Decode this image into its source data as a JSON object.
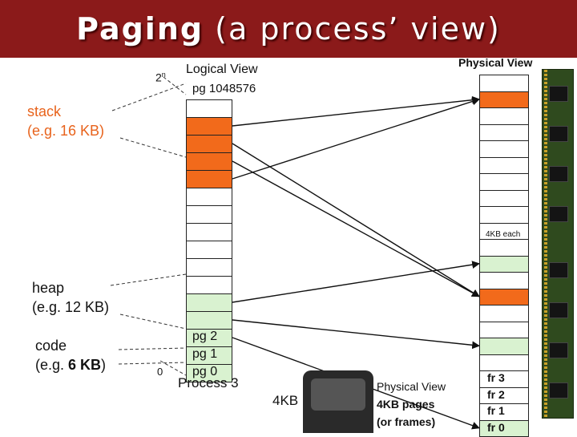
{
  "title": {
    "word1": "Paging",
    "rest": " (a process’ view)"
  },
  "logical": {
    "header": "Logical View",
    "top_page": "pg 1048576",
    "exp_base": "2",
    "exp_power": "n",
    "zero": "0",
    "process": "Process 3",
    "pages": [
      {
        "fill": "#ffffff",
        "label": ""
      },
      {
        "fill": "#f26a1b",
        "label": ""
      },
      {
        "fill": "#f26a1b",
        "label": ""
      },
      {
        "fill": "#f26a1b",
        "label": ""
      },
      {
        "fill": "#f26a1b",
        "label": ""
      },
      {
        "fill": "#ffffff",
        "label": ""
      },
      {
        "fill": "#ffffff",
        "label": ""
      },
      {
        "fill": "#ffffff",
        "label": ""
      },
      {
        "fill": "#ffffff",
        "label": ""
      },
      {
        "fill": "#ffffff",
        "label": ""
      },
      {
        "fill": "#ffffff",
        "label": ""
      },
      {
        "fill": "#d9f2d0",
        "label": ""
      },
      {
        "fill": "#d9f2d0",
        "label": ""
      },
      {
        "fill": "#d9f2d0",
        "label": "pg 2"
      },
      {
        "fill": "#d9f2d0",
        "label": "pg 1"
      },
      {
        "fill": "#d9f2d0",
        "label": "pg 0"
      }
    ]
  },
  "physical": {
    "header": "Physical View",
    "note": "4KB each",
    "bottom_line1": "Physical View",
    "bottom_line2": "4KB pages",
    "bottom_line3": "(or frames)",
    "frame_labels": [
      "fr 3",
      "fr 2",
      "fr 1",
      "fr 0"
    ],
    "frames": [
      "#ffffff",
      "#f26a1b",
      "#ffffff",
      "#ffffff",
      "#ffffff",
      "#ffffff",
      "#ffffff",
      "#ffffff",
      "#ffffff",
      "#ffffff",
      "#ffffff",
      "#d9f2d0",
      "#ffffff",
      "#f26a1b",
      "#ffffff",
      "#ffffff",
      "#d9f2d0",
      "#ffffff",
      "#ffffff",
      "#ffffff",
      "#ffffff",
      "#d9f2d0"
    ]
  },
  "regions": {
    "stack_line1": "stack",
    "stack_line2": "(e.g. 16 KB)",
    "heap_line1": "heap",
    "heap_line2": "(e.g. 12 KB)",
    "code_line1": "code",
    "code_line2_pre": "(e.g. ",
    "code_line2_bold": "6 KB",
    "code_line2_post": ")"
  },
  "disk": {
    "label": "4KB"
  },
  "mappings": [
    {
      "from": 1,
      "to": 1
    },
    {
      "from": 2,
      "to": 13
    },
    {
      "from": 3,
      "to": 13
    },
    {
      "from": 4,
      "to": 1
    },
    {
      "from": 11,
      "to": 11
    },
    {
      "from": 12,
      "to": 16
    },
    {
      "from": 13,
      "to": 21
    }
  ],
  "colors": {
    "title_bg": "#8b1a1a",
    "stack": "#f26a1b",
    "green": "#d9f2d0",
    "region_label": "#e8631c"
  }
}
